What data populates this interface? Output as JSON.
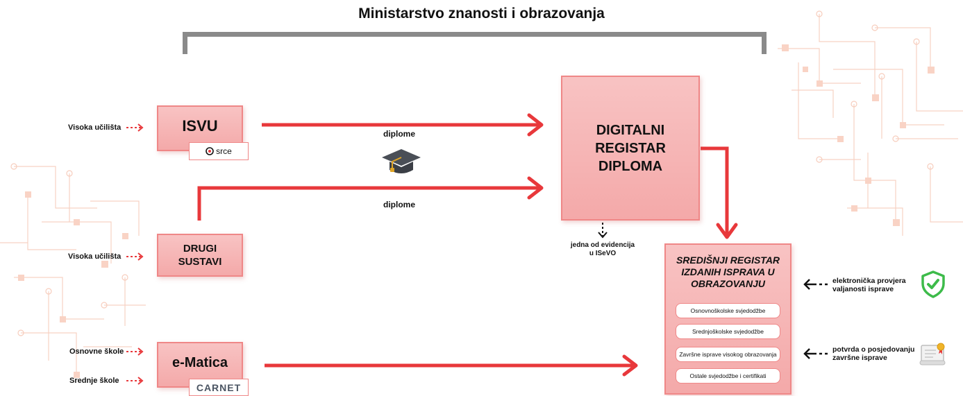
{
  "title": "Ministarstvo znanosti i obrazovanja",
  "sources": {
    "visoka_1": "Visoka učilišta",
    "visoka_2": "Visoka učilišta",
    "osnovne": "Osnovne škole",
    "srednje": "Srednje škole"
  },
  "systems": {
    "isvu": "ISVU",
    "isvu_logo": "srce",
    "drugi_line1": "DRUGI",
    "drugi_line2": "SUSTAVI",
    "ematica": "e-Matica",
    "ematica_logo": "CARNET"
  },
  "arrows": {
    "diplome_1": "diplome",
    "diplome_2": "diplome"
  },
  "digitalni": {
    "line1": "DIGITALNI",
    "line2": "REGISTAR",
    "line3": "DIPLOMA"
  },
  "note": {
    "line1": "jedna od evidencija",
    "line2": "u ISeVO"
  },
  "registar": {
    "title_line1": "SREDIŠNJI REGISTAR",
    "title_line2": "IZDANIH ISPRAVA U",
    "title_line3": "OBRAZOVANJU",
    "items": [
      "Osnovnoškolske svjedodžbe",
      "Srednjoškolske svjedodžbe",
      "Završne isprave visokog obrazovanja",
      "Ostale svjedodžbe i certifikati"
    ]
  },
  "right": {
    "check_line1": "elektronička provjera",
    "check_line2": "valjanosti isprave",
    "cert_line1": "potvrda o posjedovanju",
    "cert_line2": "završne isprave"
  },
  "colors": {
    "arrow": "#e8383b",
    "box_fill": "#f6b5b5",
    "box_border": "#ef8787",
    "bracket": "#8a8a8a",
    "check": "#3dbb4a",
    "circuit": "#f7c9b8"
  },
  "icons": [
    "graduation-cap-icon",
    "srce-logo-icon",
    "shield-check-icon",
    "certificate-icon"
  ]
}
